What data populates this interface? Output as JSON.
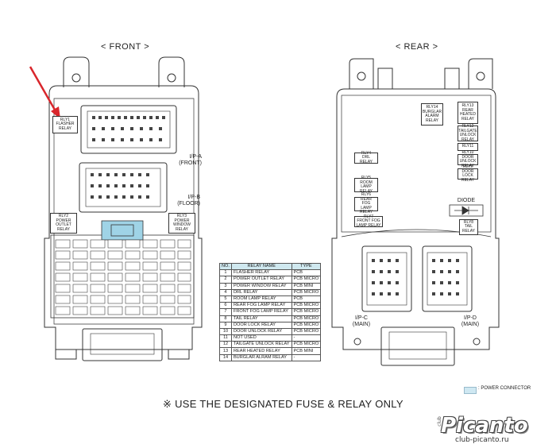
{
  "front": {
    "title": "< FRONT >",
    "relays": [
      {
        "text": "RLY1\nFLASHER\nRELAY"
      },
      {
        "text": "RLY2\nPOWER\nOUTLET\nRELAY"
      },
      {
        "text": "RLY3\nPOWER\nWINDOW\nRELAY"
      }
    ],
    "connectors": [
      {
        "label": "I/P-A\n(FRONT)"
      },
      {
        "label": "I/P-B\n(FLOOR)"
      }
    ]
  },
  "rear": {
    "title": "< REAR >",
    "relays": [
      {
        "text": "RLY14\nBURGLAR\nALARM\nRELAY"
      },
      {
        "text": "RLY13\nREAR\nHEATED\nRELAY"
      },
      {
        "text": "RLY12\nTAILGATE\nUNLOCK\nRELAY"
      },
      {
        "text": "RLY11"
      },
      {
        "text": "RLY10\nDOOR UNLOCK\nRELAY"
      },
      {
        "text": "RLY9\nDOOR LOCK\nRELAY"
      },
      {
        "text": "RLY4\nDRL RELAY"
      },
      {
        "text": "RLY5\nROOM LAMP\nRELAY"
      },
      {
        "text": "RLY6\nREAR FOG\nLAMP RELAY"
      },
      {
        "text": "RLY7\nFRONT FOG\nLAMP RELAY"
      },
      {
        "text": "RLY8\nTAIL\nRELAY"
      }
    ],
    "diode_label": "DIODE",
    "connectors": [
      {
        "label": "I/P-C\n(MAIN)"
      },
      {
        "label": "I/P-D\n(MAIN)"
      }
    ]
  },
  "relay_table": {
    "headers": [
      "NO.",
      "RELAY NAME",
      "TYPE"
    ],
    "rows": [
      [
        "1",
        "FLASHER RELAY",
        "PCB"
      ],
      [
        "2",
        "POWER OUTLET RELAY",
        "PCB MICRO"
      ],
      [
        "3",
        "POWER WINDOW RELAY",
        "PCB MINI"
      ],
      [
        "4",
        "DRL RELAY",
        "PCB MICRO"
      ],
      [
        "5",
        "ROOM LAMP RELAY",
        "PCB"
      ],
      [
        "6",
        "REAR FOG LAMP RELAY",
        "PCB MICRO"
      ],
      [
        "7",
        "FRONT FOG LAMP RELAY",
        "PCB MICRO"
      ],
      [
        "8",
        "TAIL RELAY",
        "PCB MICRO"
      ],
      [
        "9",
        "DOOR LOCK RELAY",
        "PCB MICRO"
      ],
      [
        "10",
        "DOOR UNLOCK RELAY",
        "PCB MICRO"
      ],
      [
        "11",
        "NOT USED",
        "-"
      ],
      [
        "12",
        "TAILGATE UNLOCK RELAY",
        "PCB MICRO"
      ],
      [
        "13",
        "REAR HEATED RELAY",
        "PCB MINI"
      ],
      [
        "14",
        "BURGLAR ALRAM RELAY",
        "-"
      ]
    ]
  },
  "notice": "※ USE THE DESIGNATED FUSE & RELAY ONLY",
  "legend": {
    "text": ": POWER CONNECTOR",
    "color": "#cfe8f2"
  },
  "watermark": {
    "logo": "Picanto",
    "club": "club",
    "url": "club-picanto.ru"
  },
  "colors": {
    "arrow": "#d9262c",
    "power_connector": "#9fd3e6",
    "line": "#333333"
  }
}
